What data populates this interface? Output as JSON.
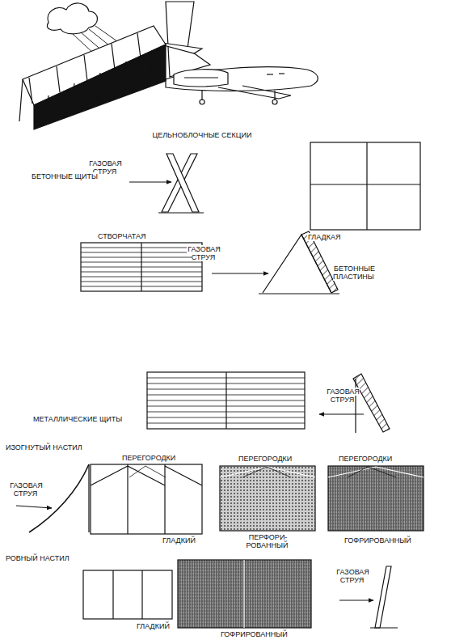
{
  "diagram": {
    "labels": [
      "ЦЕЛЬНОБЛОЧНЫЕ СЕКЦИИ",
      "ГАЗОВАЯ СТРУЯ",
      "БЕТОННЫЕ ЩИТЫ",
      "ГЛАДКАЯ",
      "СТВОРЧАТАЯ",
      "ГАЗОВАЯ СТРУЯ",
      "БЕТОННЫЕ ПЛАСТИНЫ",
      "ГАЗОВАЯ СТРУЯ",
      "МЕТАЛЛИЧЕСКИЕ ЩИТЫ",
      "ИЗОГНУТЫЙ НАСТИЛ",
      "ПЕРЕГОРОДКИ",
      "ПЕРЕГОРОДКИ",
      "ПЕРЕГОРОДКИ",
      "ГАЗОВАЯ СТРУЯ",
      "ГЛАДКИЙ",
      "ПЕРФОРИ- РОВАННЫЙ",
      "ГОФРИРОВАННЫЙ",
      "РОВНЫЙ НАСТИЛ",
      "ГЛАДКИЙ",
      "ГОФРИРОВАННЫЙ",
      "ГАЗОВАЯ СТРУЯ"
    ]
  }
}
